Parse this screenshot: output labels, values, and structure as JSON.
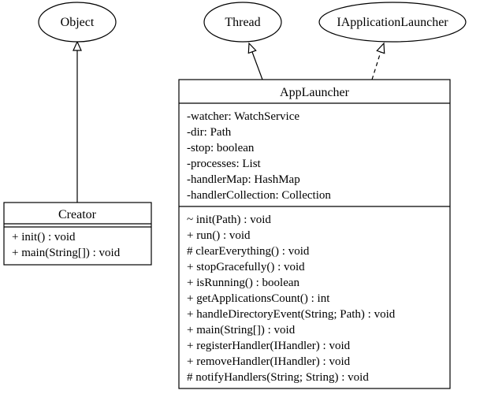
{
  "diagram": {
    "nodes": {
      "object": {
        "label": "Object"
      },
      "thread": {
        "label": "Thread"
      },
      "iapp": {
        "label": "IApplicationLauncher"
      },
      "creator": {
        "name": "Creator",
        "attributes": [],
        "operations": [
          "+ init() : void",
          "+ main(String[]) : void"
        ]
      },
      "applauncher": {
        "name": "AppLauncher",
        "attributes": [
          "-watcher: WatchService",
          "-dir: Path",
          "-stop: boolean",
          "-processes: List",
          "-handlerMap: HashMap",
          "-handlerCollection: Collection"
        ],
        "operations": [
          "~ init(Path) : void",
          "+ run() : void",
          "# clearEverything() : void",
          "+ stopGracefully() : void",
          "+ isRunning() : boolean",
          "+ getApplicationsCount() : int",
          "+ handleDirectoryEvent(String; Path) : void",
          "+ main(String[]) : void",
          "+ registerHandler(IHandler) : void",
          "+ removeHandler(IHandler) : void",
          "# notifyHandlers(String; String) : void"
        ]
      }
    },
    "relations": [
      {
        "from": "Creator",
        "to": "Object",
        "kind": "generalization"
      },
      {
        "from": "AppLauncher",
        "to": "Thread",
        "kind": "generalization"
      },
      {
        "from": "AppLauncher",
        "to": "IApplicationLauncher",
        "kind": "realization"
      }
    ]
  }
}
